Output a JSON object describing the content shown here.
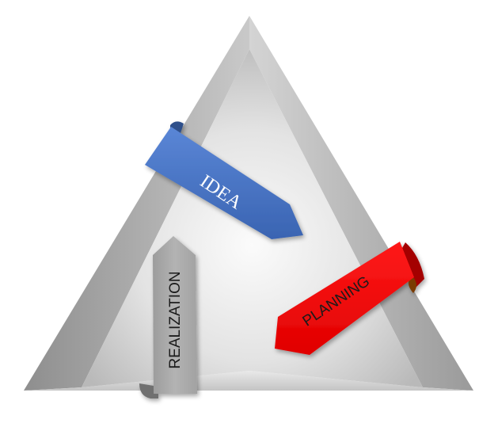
{
  "diagram": {
    "labels": {
      "idea": "IDEA",
      "planning": "PLANNING",
      "realization": "REALIZATION"
    },
    "colors": {
      "idea_arrow": "#4472c4",
      "planning_arrow": "#ff0000",
      "realization_arrow": "#a6a6a6",
      "triangle": "#d9d9d9"
    }
  }
}
